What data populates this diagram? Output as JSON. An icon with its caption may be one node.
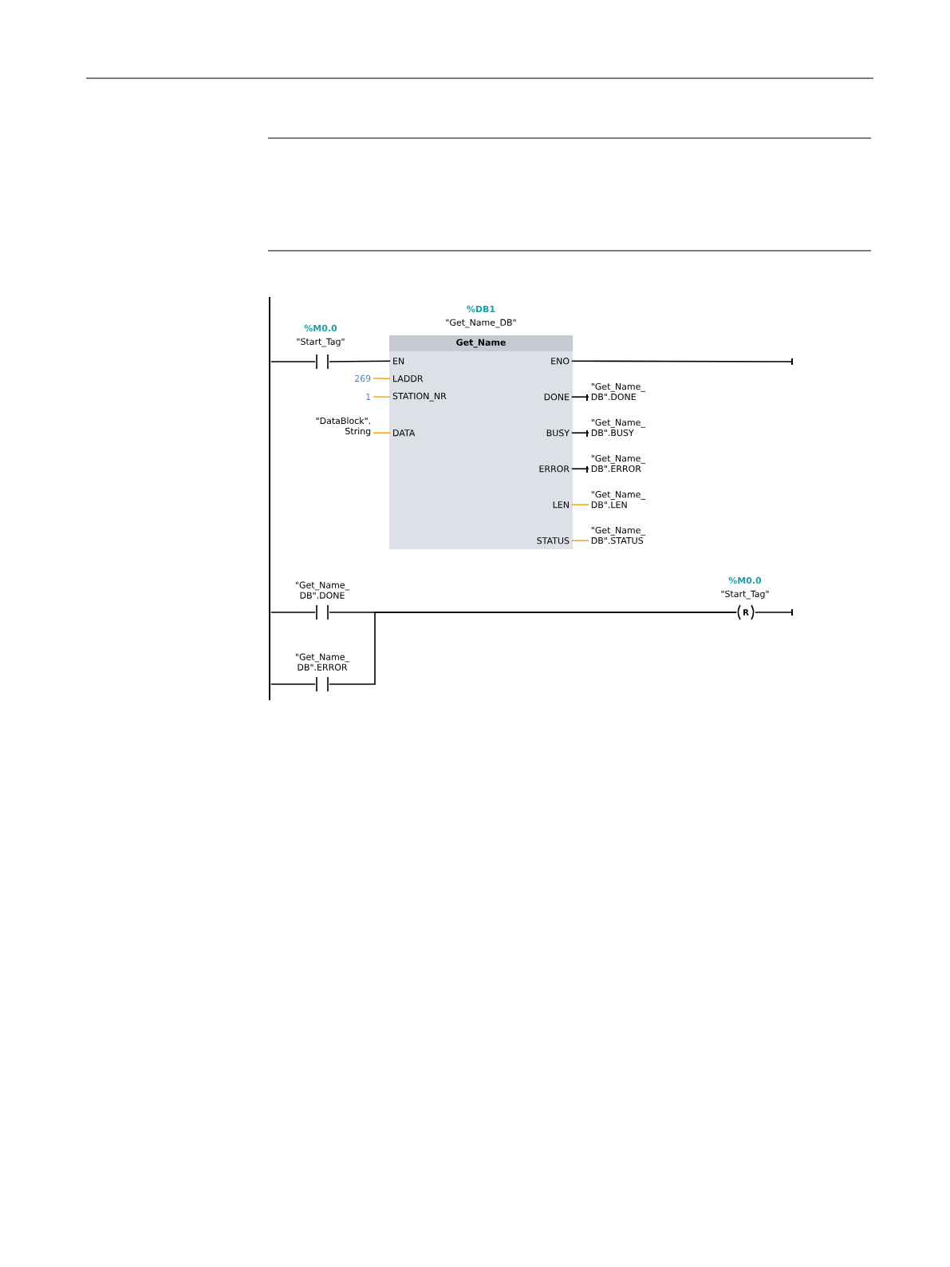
{
  "diagram": {
    "nodes": [
      {
        "text": [
          "%DB1",
          "\"Get_Name_DB\"",
          "Get_Name"
        ]
      },
      {
        "text": [
          "EN"
        ],
        "in": 0
      },
      {
        "text": [
          "LADDR"
        ],
        "in": 0
      },
      {
        "text": [
          "STATION_NR"
        ],
        "in": 0
      },
      {
        "text": [
          "DATA"
        ],
        "in": 0
      },
      {
        "text": [
          "ENO"
        ],
        "in": 0
      },
      {
        "text": [
          "DONE"
        ],
        "in": 0
      },
      {
        "text": [
          "BUSY"
        ],
        "in": 0
      },
      {
        "text": [
          "ERROR"
        ],
        "in": 0
      },
      {
        "text": [
          "LEN"
        ],
        "in": 0
      },
      {
        "text": [
          "STATUS"
        ],
        "in": 0
      },
      {
        "text": [
          "%M0.0",
          "\"Start_Tag\""
        ]
      },
      {
        "text": [
          "269"
        ]
      },
      {
        "text": [
          "1"
        ]
      },
      {
        "text": [
          "\"DataBlock\". String"
        ]
      },
      {
        "text": [
          "\"Get_Name_ DB\".DONE"
        ]
      },
      {
        "text": [
          "\"Get_Name_ DB\".BUSY"
        ]
      },
      {
        "text": [
          "\"Get_Name_ DB\".ERROR"
        ]
      },
      {
        "text": [
          "\"Get_Name_ DB\".LEN"
        ]
      },
      {
        "text": [
          "\"Get_Name_ DB\".STATUS"
        ]
      },
      {
        "text": [
          "\"Get_Name_ DB\".DONE"
        ]
      },
      {
        "text": [
          "\"Get_Name_ DB\".ERROR"
        ]
      },
      {
        "text": [
          "%M0.0",
          "\"Start_Tag\"",
          "R"
        ]
      },
      {
        "text": [],
        "shape": "bar"
      }
    ],
    "edges": [
      {
        "from": 23,
        "to": 11,
        "arrow": "none"
      },
      {
        "from": 11,
        "to": 1,
        "arrow": "none"
      },
      {
        "from": 12,
        "to": 2,
        "arrow": "none",
        "color": "#f5a623"
      },
      {
        "from": 13,
        "to": 3,
        "arrow": "none",
        "color": "#f5a623"
      },
      {
        "from": 14,
        "to": 4,
        "arrow": "none",
        "color": "#f5a623"
      },
      {
        "from": 5,
        "to": null,
        "arrow": "none"
      },
      {
        "from": 6,
        "to": 15,
        "arrow": "none"
      },
      {
        "from": 7,
        "to": 16,
        "arrow": "none"
      },
      {
        "from": 8,
        "to": 17,
        "arrow": "none"
      },
      {
        "from": 9,
        "to": 18,
        "arrow": "none",
        "color": "#f5a623"
      },
      {
        "from": 10,
        "to": 19,
        "arrow": "none",
        "color": "#f5a623"
      },
      {
        "from": 23,
        "to": 20,
        "arrow": "none"
      },
      {
        "from": 23,
        "to": 21,
        "arrow": "none"
      },
      {
        "from": 20,
        "to": 22,
        "arrow": "none"
      },
      {
        "from": 21,
        "to": 22,
        "arrow": "none"
      },
      {
        "from": 22,
        "to": null,
        "arrow": "none"
      }
    ]
  }
}
